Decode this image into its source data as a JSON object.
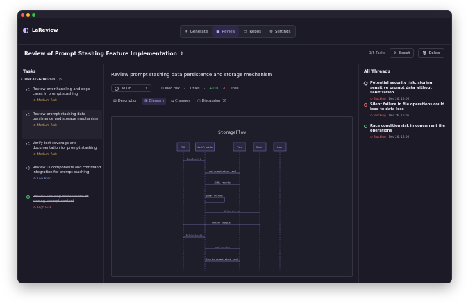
{
  "app": {
    "name": "LaReview"
  },
  "nav": {
    "tabs": [
      {
        "label": "Generate",
        "icon": "sparkle-icon"
      },
      {
        "label": "Review",
        "icon": "review-icon",
        "active": true
      },
      {
        "label": "Repos",
        "icon": "folder-icon"
      },
      {
        "label": "Settings",
        "icon": "gear-icon"
      }
    ]
  },
  "header": {
    "title": "Review of Prompt Stashing Feature Implementation",
    "tasks_count": "1/5 Tasks",
    "export_label": "Export",
    "delete_label": "Delete"
  },
  "tasks_panel": {
    "title": "Tasks",
    "group": {
      "label": "UNCATEGORIZED",
      "count": "1/5"
    },
    "items": [
      {
        "title": "Review error handling and edge cases in prompt stashing",
        "risk": "Medium Risk"
      },
      {
        "title": "Review prompt stashing data persistence and storage mechanism",
        "risk": "Medium Risk"
      },
      {
        "title": "Verify test coverage and documentation for prompt stashing",
        "risk": "Medium Risk"
      },
      {
        "title": "Review UI components and command integration for prompt stashing",
        "risk": "Low Risk"
      },
      {
        "title": "Review security implications of storing prompt content",
        "risk": "High Risk"
      }
    ]
  },
  "detail": {
    "title": "Review prompt stashing data persistence and storage mechanism",
    "status": "To Do",
    "risk": "Med risk",
    "files": "1 files",
    "additions": "+101",
    "deletions": "-0",
    "lines_label": "lines",
    "tabs": [
      "Description",
      "Diagram",
      "Changes",
      "Discussion (3)"
    ],
    "diagram": {
      "title": "StorageFlow",
      "participants": [
        "TUI",
        "StashProvider",
        "File",
        "Mkdir",
        "User"
      ],
      "messages": [
        {
          "label": "Get/Stash()"
        },
        {
          "label": "Load prompt-stash.jsonl"
        },
        {
          "label": "JSONL records"
        },
        {
          "label": "parse entries"
        },
        {
          "label": "Write entries"
        },
        {
          "label": "Return prompts"
        },
        {
          "label": "DeleteStash()"
        },
        {
          "label": "Load entries"
        },
        {
          "label": "Save to prompt-stash.jsonl"
        }
      ]
    }
  },
  "threads": {
    "title": "All Threads",
    "items": [
      {
        "title": "Potential security risk: storing sensitive prompt data without sanitization",
        "tag": "Blocking",
        "date": "Dec 26, 16:06",
        "state": "open"
      },
      {
        "title": "Silent failure in file operations could lead to data loss",
        "tag": "Blocking",
        "date": "Dec 26, 16:06",
        "state": "error"
      },
      {
        "title": "Race condition risk in concurrent file operations",
        "tag": "Blocking",
        "date": "Dec 26, 16:06",
        "state": "resolved"
      }
    ]
  },
  "colors": {
    "accent": "#b9a6ff",
    "blocking": "#f06a6a",
    "medium": "#e6b450",
    "low": "#7aa7ff",
    "success": "#4fd07a"
  }
}
